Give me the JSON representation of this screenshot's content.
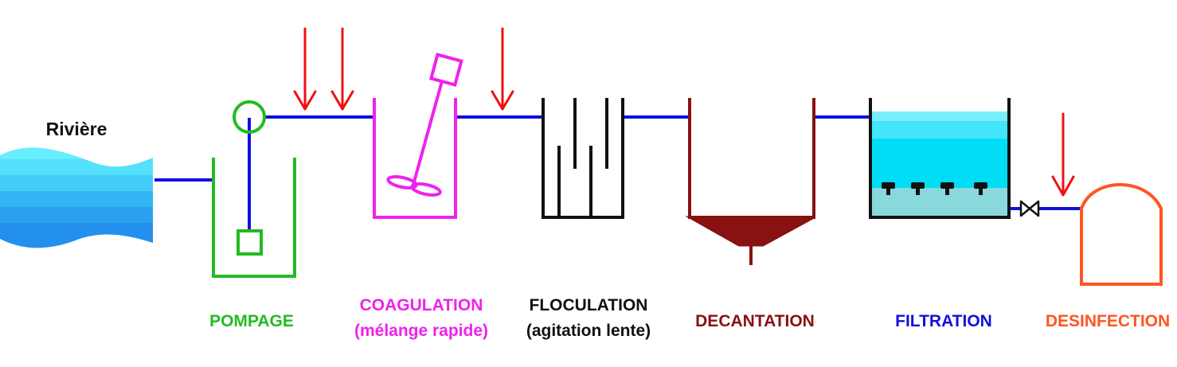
{
  "source": {
    "name": "Rivière"
  },
  "stages": [
    {
      "id": "pompage",
      "lines": [
        "POMPAGE"
      ]
    },
    {
      "id": "coagulation",
      "lines": [
        "COAGULATION",
        "(mélange rapide)"
      ]
    },
    {
      "id": "floculation",
      "lines": [
        "FLOCULATION",
        "(agitation lente)"
      ]
    },
    {
      "id": "decantation",
      "lines": [
        "DECANTATION"
      ]
    },
    {
      "id": "filtration",
      "lines": [
        "FILTRATION"
      ]
    },
    {
      "id": "desinfection",
      "lines": [
        "DESINFECTION"
      ]
    }
  ],
  "colors": {
    "pipe": "#1010e0",
    "dosing_arrow": "#ee1111",
    "pompage": "#22bb22",
    "coagulation": "#ee22ee",
    "floculation": "#111111",
    "decantation": "#881111",
    "filtration": "#1111dd",
    "desinfection": "#ff5522",
    "water_top": "#66eeff",
    "water_deep": "#2288ee",
    "filter_water": "#00ddf5",
    "filter_media": "#88d8dc"
  }
}
